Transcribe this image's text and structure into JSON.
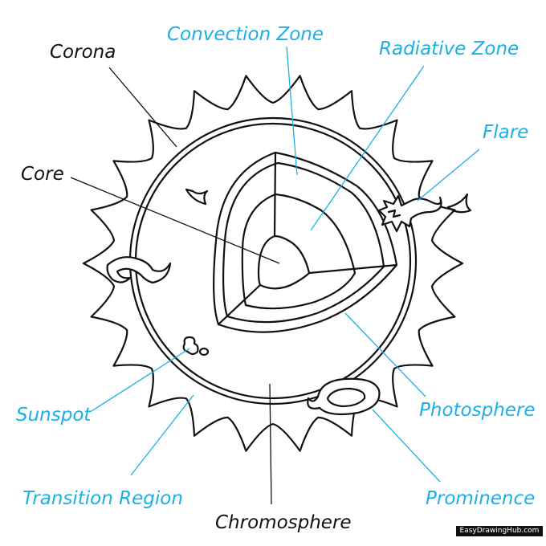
{
  "labels": {
    "corona": "Corona",
    "convection_zone": "Convection Zone",
    "radiative_zone": "Radiative Zone",
    "flare": "Flare",
    "core": "Core",
    "sunspot": "Sunspot",
    "photosphere": "Photosphere",
    "transition_region": "Transition Region",
    "prominence": "Prominence",
    "chromosphere": "Chromosphere"
  },
  "watermark": "EasyDrawingHub.com",
  "colors": {
    "label_blue": "#1ab0e6",
    "label_black": "#111111",
    "outline": "#111111",
    "background": "#ffffff"
  }
}
